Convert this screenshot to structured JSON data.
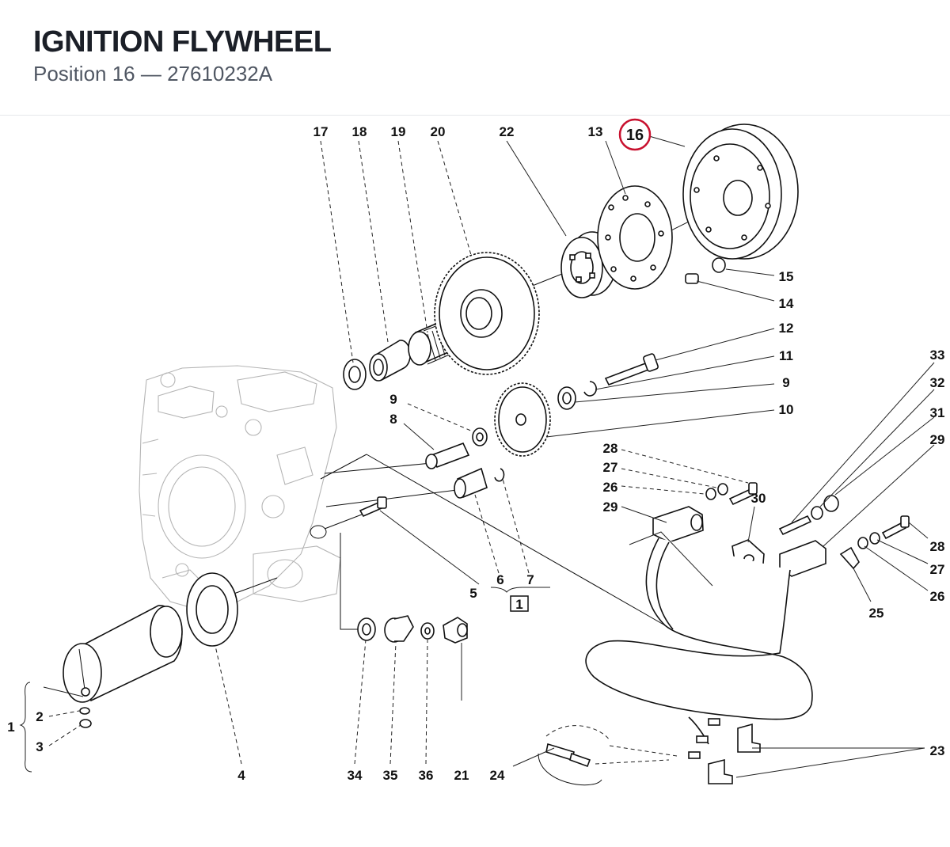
{
  "header": {
    "title": "IGNITION FLYWHEEL",
    "subtitle": "Position 16 — 27610232A"
  },
  "highlight": {
    "label": "16",
    "color": "#c8102e"
  },
  "callouts": {
    "c17": "17",
    "c18": "18",
    "c19": "19",
    "c20": "20",
    "c22": "22",
    "c13": "13",
    "c15": "15",
    "c14": "14",
    "c12": "12",
    "c11": "11",
    "c9r": "9",
    "c10": "10",
    "c9l": "9",
    "c8": "8",
    "c28t": "28",
    "c27t": "27",
    "c26t": "26",
    "c29l": "29",
    "c30": "30",
    "c33": "33",
    "c32": "32",
    "c31": "31",
    "c29r": "29",
    "c28r": "28",
    "c27r": "27",
    "c26r": "26",
    "c25": "25",
    "c5": "5",
    "c6": "6",
    "c7": "7",
    "box1": "1",
    "c1": "1",
    "c2": "2",
    "c3": "3",
    "c4": "4",
    "c34": "34",
    "c35": "35",
    "c36": "36",
    "c21": "21",
    "c24": "24",
    "c23": "23"
  }
}
